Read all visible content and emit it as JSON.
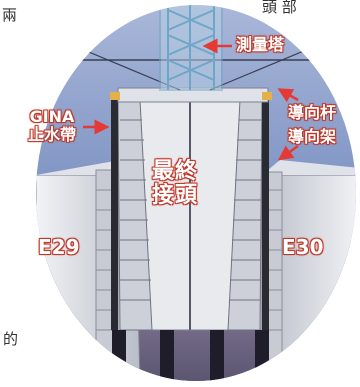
{
  "edge_text": {
    "top_right_fragment": "頭 部",
    "left_fragment": "兩",
    "bottom_fragment": "的"
  },
  "labels": {
    "survey_tower": "測量塔",
    "gina_line1": "GINA",
    "gina_line2": "止水帶",
    "guide_rod": "導向杆",
    "guide_frame": "導向架",
    "final_joint_line1": "最終",
    "final_joint_line2": "接頭",
    "segment_left": "E29",
    "segment_right": "E30"
  },
  "colors": {
    "label_fill": "#ffffff",
    "label_outline": "#c0392b",
    "arrow": "#e53935",
    "sky": "#7f94c4",
    "steel": "#cfd3da",
    "floor": "#8f8aa6"
  }
}
